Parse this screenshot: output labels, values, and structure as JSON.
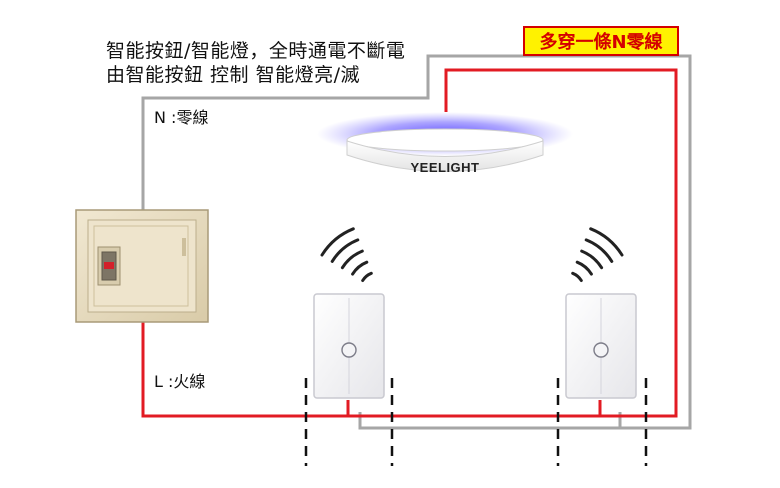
{
  "caption": {
    "line1": "智能按鈕/智能燈，全時通電不斷電",
    "line2": "由智能按鈕 控制 智能燈亮/滅"
  },
  "callout": "多穿一條N零線",
  "labels": {
    "neutral": "N :零線",
    "live": "L :火線"
  },
  "lamp_brand": "YEELIGHT",
  "colors": {
    "live_wire": "#e21b23",
    "neutral_wire": "#a6a6a6",
    "lamp_glow": "#5b4bff",
    "callout_bg": "#fff200",
    "callout_text": "#d40000",
    "panel_body": "#e8dcc0"
  },
  "icons": {
    "breaker_panel": "breaker-panel-icon",
    "ceiling_lamp": "ceiling-lamp-icon",
    "wall_switch": "touch-switch-icon",
    "wireless_signal": "wireless-signal-icon"
  }
}
